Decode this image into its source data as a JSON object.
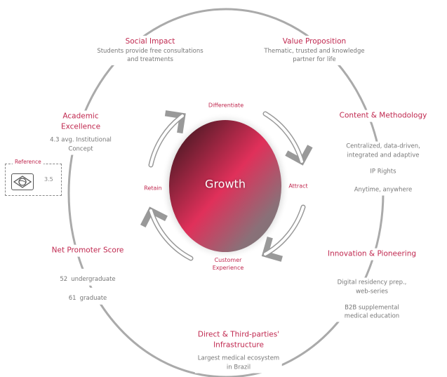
{
  "center": {
    "label": "Growth"
  },
  "cycle": {
    "differentiate": "Differentiate",
    "attract": "Attract",
    "customer_experience": [
      "Customer",
      "Experience"
    ],
    "retain": "Retain"
  },
  "pillars": {
    "social_impact": {
      "title": "Social Impact",
      "desc": [
        "Students provide free consultations",
        "and treatments"
      ]
    },
    "value_proposition": {
      "title": "Value Proposition",
      "desc": [
        "Thematic, trusted and knowledge",
        "partner for life"
      ]
    },
    "content_methodology": {
      "title": "Content & Methodology",
      "desc": [
        "Centralized,  data-driven,",
        "integrated and adaptive"
      ],
      "extra1": "IP Rights",
      "extra2": "Anytime, anywhere"
    },
    "innovation": {
      "title": "Innovation & Pioneering",
      "desc": [
        "Digital residency prep.,",
        "web-series"
      ],
      "desc2": [
        "B2B supplemental",
        "medical education"
      ]
    },
    "infrastructure": {
      "title": [
        "Direct & Third-parties'",
        "Infrastructure"
      ],
      "desc": [
        "Largest medical ecosystem",
        "in Brazil"
      ]
    },
    "nps": {
      "title": "Net Promoter Score",
      "undergrad_value": "52",
      "undergrad_label": "undergraduate",
      "grad_value": "61",
      "grad_label": "graduate"
    },
    "academic": {
      "title": [
        "Academic",
        "Excellence"
      ],
      "desc": [
        "4.3 avg. Institutional",
        "Concept"
      ]
    }
  },
  "reference": {
    "label": "Reference",
    "value": "3.5"
  },
  "colors": {
    "accent": "#c0284f",
    "text": "#777777",
    "ring": "#aaaaaa"
  }
}
